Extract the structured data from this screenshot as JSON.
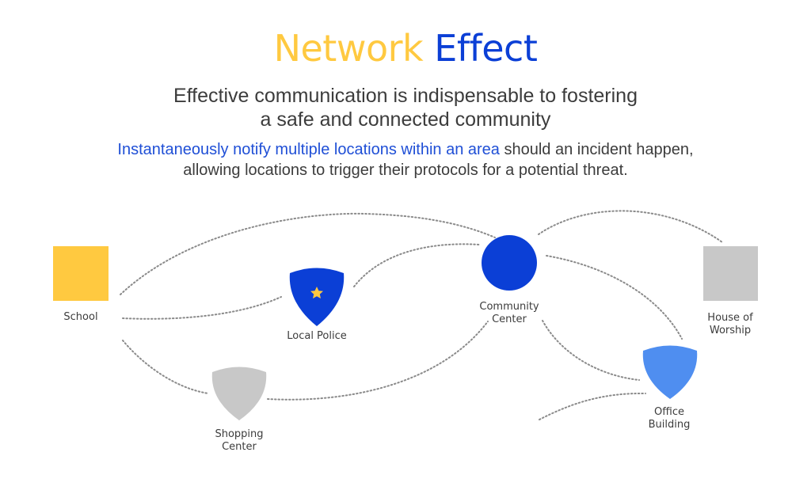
{
  "header": {
    "title_part1": "Network",
    "title_part2": "Effect",
    "subtitle_line1": "Effective communication is indispensable to fostering",
    "subtitle_line2": "a safe and connected community",
    "desc_highlight": "Instantaneously notify multiple locations within an area",
    "desc_rest_line1": " should an incident happen,",
    "desc_line2": "allowing locations to trigger their protocols for a potential threat."
  },
  "colors": {
    "title_yellow": "#FFC940",
    "title_blue": "#0B3FD6",
    "school": "#FFC940",
    "police": "#0B3FD6",
    "police_star": "#FFC940",
    "community_center": "#0B3FD6",
    "house_of_worship": "#C8C8C8",
    "office_building": "#4F8EF0",
    "shopping_center": "#C8C8C8",
    "connector": "#8a8a8a"
  },
  "nodes": {
    "school": {
      "label": "School",
      "shape": "square"
    },
    "local_police": {
      "label": "Local Police",
      "shape": "shield-star"
    },
    "community_center": {
      "label_line1": "Community",
      "label_line2": "Center",
      "shape": "circle"
    },
    "house_of_worship": {
      "label_line1": "House of",
      "label_line2": "Worship",
      "shape": "square"
    },
    "office_building": {
      "label_line1": "Office",
      "label_line2": "Building",
      "shape": "shield"
    },
    "shopping_center": {
      "label_line1": "Shopping",
      "label_line2": "Center",
      "shape": "shield"
    }
  }
}
